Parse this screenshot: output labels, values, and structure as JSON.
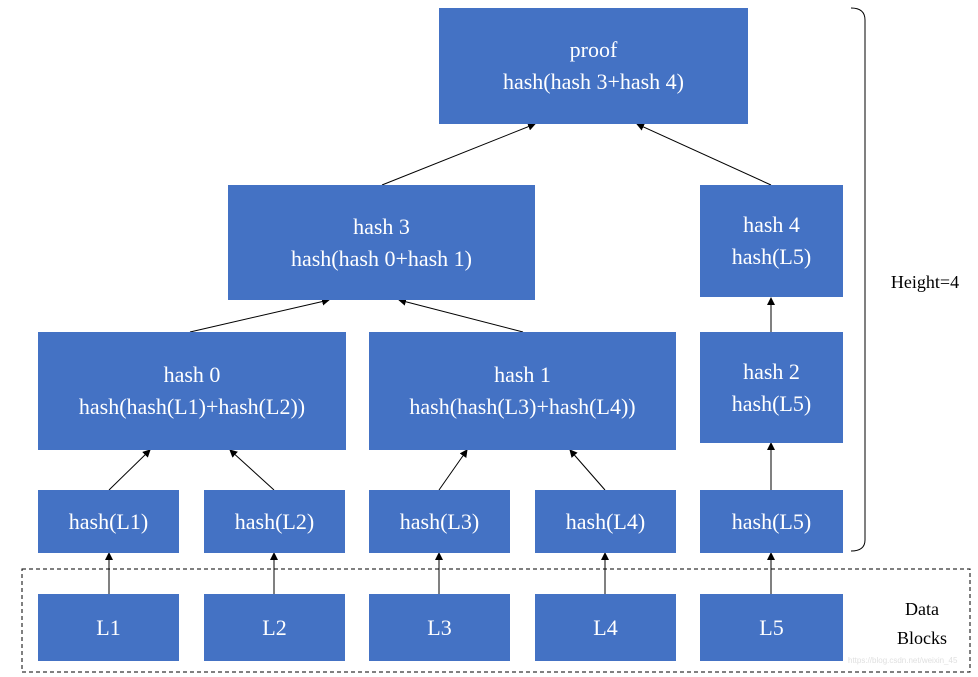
{
  "nodes": {
    "proof": {
      "line1": "proof",
      "line2": "hash(hash 3+hash 4)"
    },
    "hash3": {
      "line1": "hash 3",
      "line2": "hash(hash 0+hash 1)"
    },
    "hash4": {
      "line1": "hash 4",
      "line2": "hash(L5)"
    },
    "hash0": {
      "line1": "hash 0",
      "line2": "hash(hash(L1)+hash(L2))"
    },
    "hash1": {
      "line1": "hash 1",
      "line2": "hash(hash(L3)+hash(L4))"
    },
    "hash2": {
      "line1": "hash 2",
      "line2": "hash(L5)"
    },
    "hl1": {
      "line1": "hash(L1)"
    },
    "hl2": {
      "line1": "hash(L2)"
    },
    "hl3": {
      "line1": "hash(L3)"
    },
    "hl4": {
      "line1": "hash(L4)"
    },
    "hl5": {
      "line1": "hash(L5)"
    },
    "l1": {
      "line1": "L1"
    },
    "l2": {
      "line1": "L2"
    },
    "l3": {
      "line1": "L3"
    },
    "l4": {
      "line1": "L4"
    },
    "l5": {
      "line1": "L5"
    }
  },
  "labels": {
    "height": "Height=4",
    "data_blocks_line1": "Data",
    "data_blocks_line2": "Blocks"
  },
  "watermark": "https://blog.csdn.net/weixin_45"
}
